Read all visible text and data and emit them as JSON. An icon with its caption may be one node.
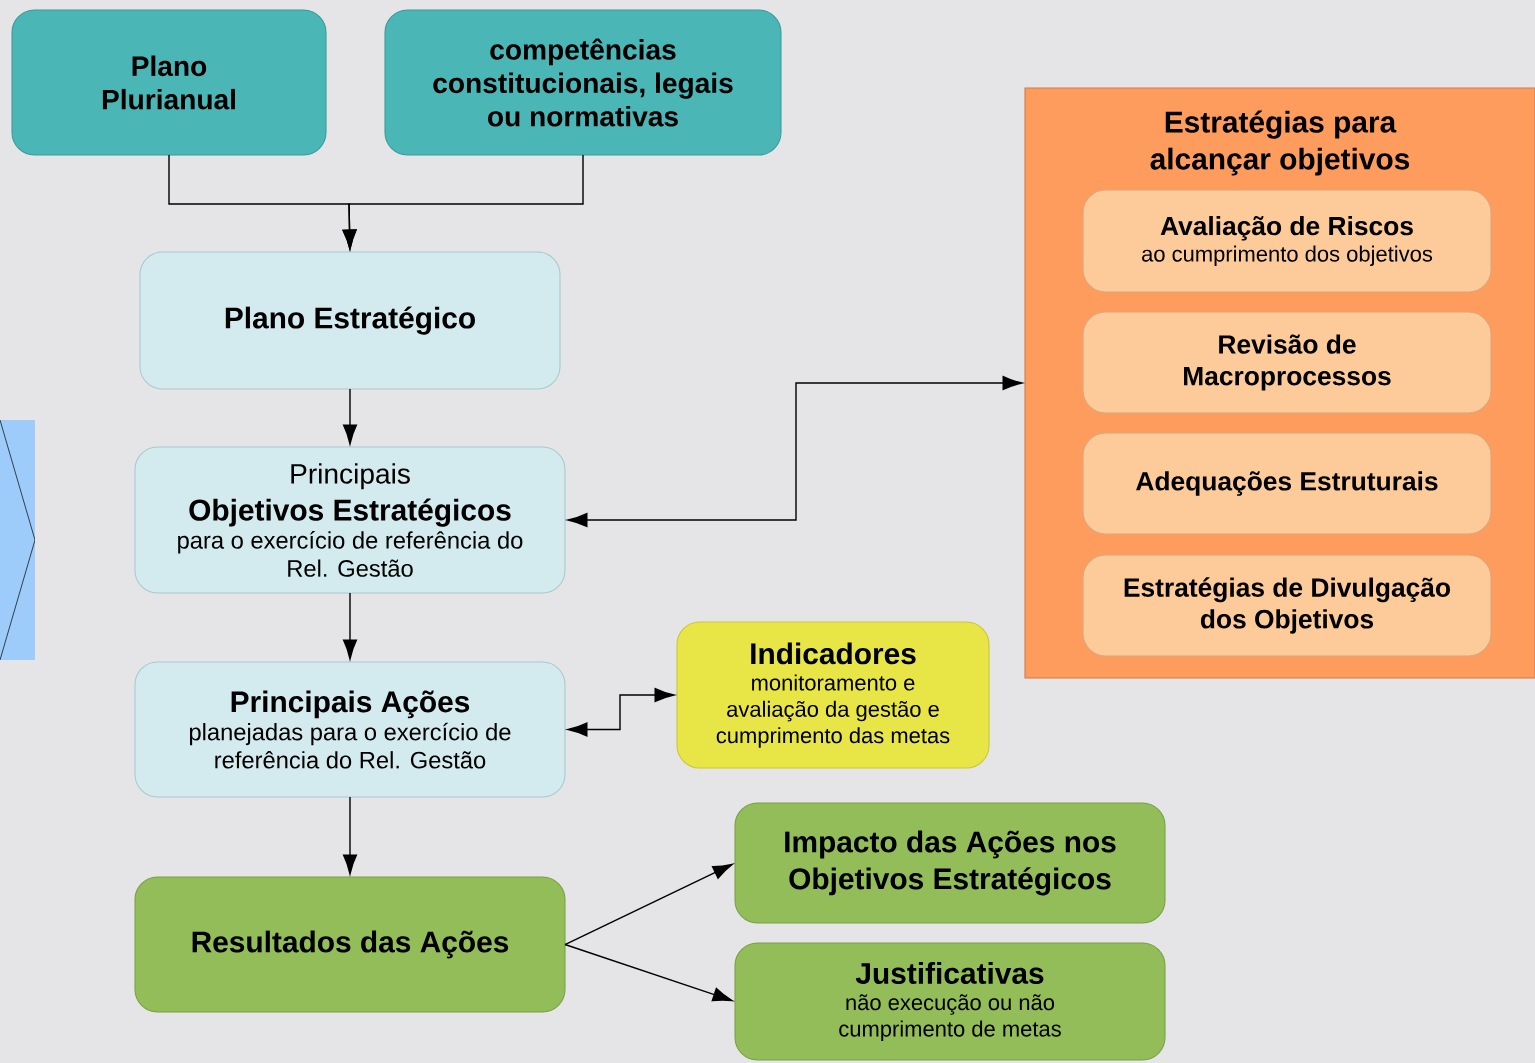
{
  "diagram": {
    "nodes": [
      {
        "text": [
          "Plano Plurianual"
        ]
      },
      {
        "text": [
          "competências constitucionais, legais ou normativas"
        ]
      },
      {
        "text": [
          "Plano Estratégico"
        ]
      },
      {
        "text": [
          "Principais",
          "Objetivos Estratégicos",
          "para o exercício de referência do Rel. Gestão"
        ]
      },
      {
        "text": [
          "Principais Ações",
          "planejadas para o exercício de referência do Rel. Gestão"
        ]
      },
      {
        "text": [
          "Indicadores",
          "monitoramento e avaliação da gestão e cumprimento das metas"
        ]
      },
      {
        "text": [
          "Resultados das Ações"
        ]
      },
      {
        "text": [
          "Impacto das Ações nos Objetivos Estratégicos"
        ]
      },
      {
        "text": [
          "Justificativas",
          "não execução ou não cumprimento de metas"
        ]
      },
      {
        "text": [
          "Estratégias para alcançar objetivos"
        ]
      },
      {
        "text": [
          "Avaliação de Riscos",
          "ao cumprimento dos objetivos"
        ],
        "in": 9
      },
      {
        "text": [
          "Revisão de Macroprocessos"
        ],
        "in": 9
      },
      {
        "text": [
          "Adequações Estruturais"
        ],
        "in": 9
      },
      {
        "text": [
          "Estratégias de Divulgação dos Objetivos"
        ],
        "in": 9
      },
      {
        "text": [],
        "shape": "chevron"
      }
    ],
    "edges": [
      {
        "from": 0,
        "to": 2,
        "arrow": "to"
      },
      {
        "from": 1,
        "to": 2,
        "arrow": "to"
      },
      {
        "from": 2,
        "to": 3,
        "arrow": "to"
      },
      {
        "from": 3,
        "to": 9,
        "arrow": "both"
      },
      {
        "from": 3,
        "to": 4,
        "arrow": "to"
      },
      {
        "from": 4,
        "to": 5,
        "arrow": "both"
      },
      {
        "from": 4,
        "to": 6,
        "arrow": "to"
      },
      {
        "from": 6,
        "to": 7,
        "arrow": "to"
      },
      {
        "from": 6,
        "to": 8,
        "arrow": "to"
      }
    ]
  }
}
